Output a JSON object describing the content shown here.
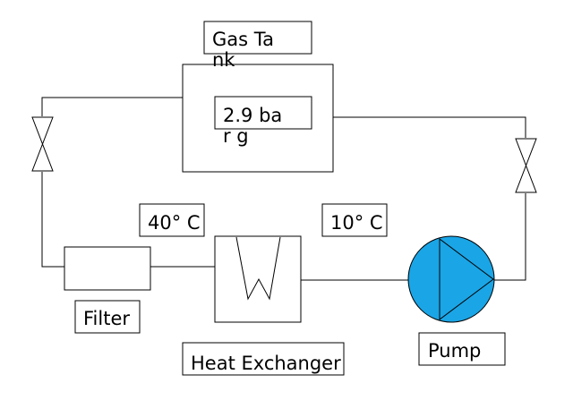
{
  "labels": {
    "gas_tank": "Gas Tank",
    "pressure": "2.9 bar g",
    "temp_in": "40° C",
    "temp_out": "10° C",
    "filter": "Filter",
    "heat_exchanger": "Heat Exchanger",
    "pump": "Pump"
  },
  "colors": {
    "line": "#000000",
    "pump_fill": "#1aa5e6",
    "label_box": "#000000"
  }
}
